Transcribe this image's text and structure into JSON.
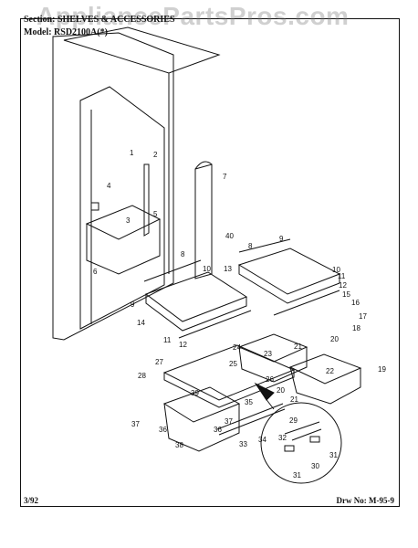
{
  "watermark": "AppliancePartsPros.com",
  "header": {
    "section": "Section: SHELVES & ACCESSORIES",
    "model": "Model: RSD2100A(*)"
  },
  "footer": {
    "date": "3/92",
    "drawing_number": "Drw No: M-95-9"
  },
  "callouts": [
    "1",
    "2",
    "3",
    "4",
    "5",
    "6",
    "7",
    "8",
    "9",
    "10",
    "11",
    "12",
    "13",
    "14",
    "15",
    "16",
    "17",
    "18",
    "19",
    "20",
    "21",
    "22",
    "23",
    "24",
    "25",
    "26",
    "27",
    "28",
    "29",
    "30",
    "31",
    "32",
    "33",
    "34",
    "35",
    "36",
    "37",
    "38",
    "39",
    "40"
  ]
}
